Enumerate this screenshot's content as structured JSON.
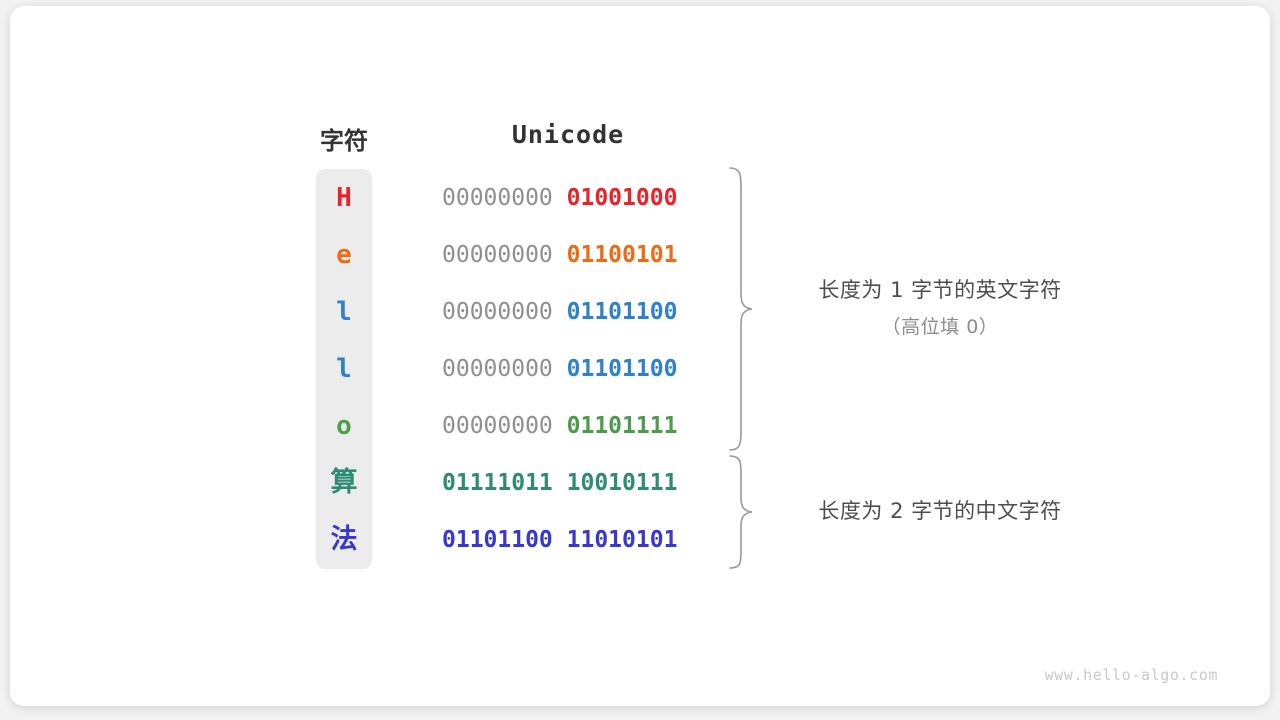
{
  "figure": {
    "background_color": "#f2f2f2",
    "card_color": "#ffffff",
    "char_card_color": "#ececec",
    "high_bits_color": "#8f8f8f",
    "brace_color": "#9a9a9a"
  },
  "headers": {
    "char": "字符",
    "unicode": "Unicode"
  },
  "rows": [
    {
      "char": "H",
      "color": "#e8242a",
      "high": "00000000",
      "low": "01001000",
      "high_emph": false,
      "cjk": false
    },
    {
      "char": "e",
      "color": "#ee6a14",
      "high": "00000000",
      "low": "01100101",
      "high_emph": false,
      "cjk": false
    },
    {
      "char": "l",
      "color": "#2e82cc",
      "high": "00000000",
      "low": "01101100",
      "high_emph": false,
      "cjk": false
    },
    {
      "char": "l",
      "color": "#2e82cc",
      "high": "00000000",
      "low": "01101100",
      "high_emph": false,
      "cjk": false
    },
    {
      "char": "o",
      "color": "#4b9d4b",
      "high": "00000000",
      "low": "01101111",
      "high_emph": false,
      "cjk": false
    },
    {
      "char": "算",
      "color": "#2e8b74",
      "high": "01111011",
      "low": "10010111",
      "high_emph": true,
      "cjk": true
    },
    {
      "char": "法",
      "color": "#3838cc",
      "high": "01101100",
      "low": "11010101",
      "high_emph": true,
      "cjk": true
    }
  ],
  "annotations": [
    {
      "main": "长度为 1 字节的英文字符",
      "sub": "（高位填 0）",
      "covers_rows": [
        0,
        1,
        2,
        3,
        4
      ]
    },
    {
      "main": "长度为 2 字节的中文字符",
      "sub": "",
      "covers_rows": [
        5,
        6
      ]
    }
  ],
  "watermark": "www.hello-algo.com"
}
